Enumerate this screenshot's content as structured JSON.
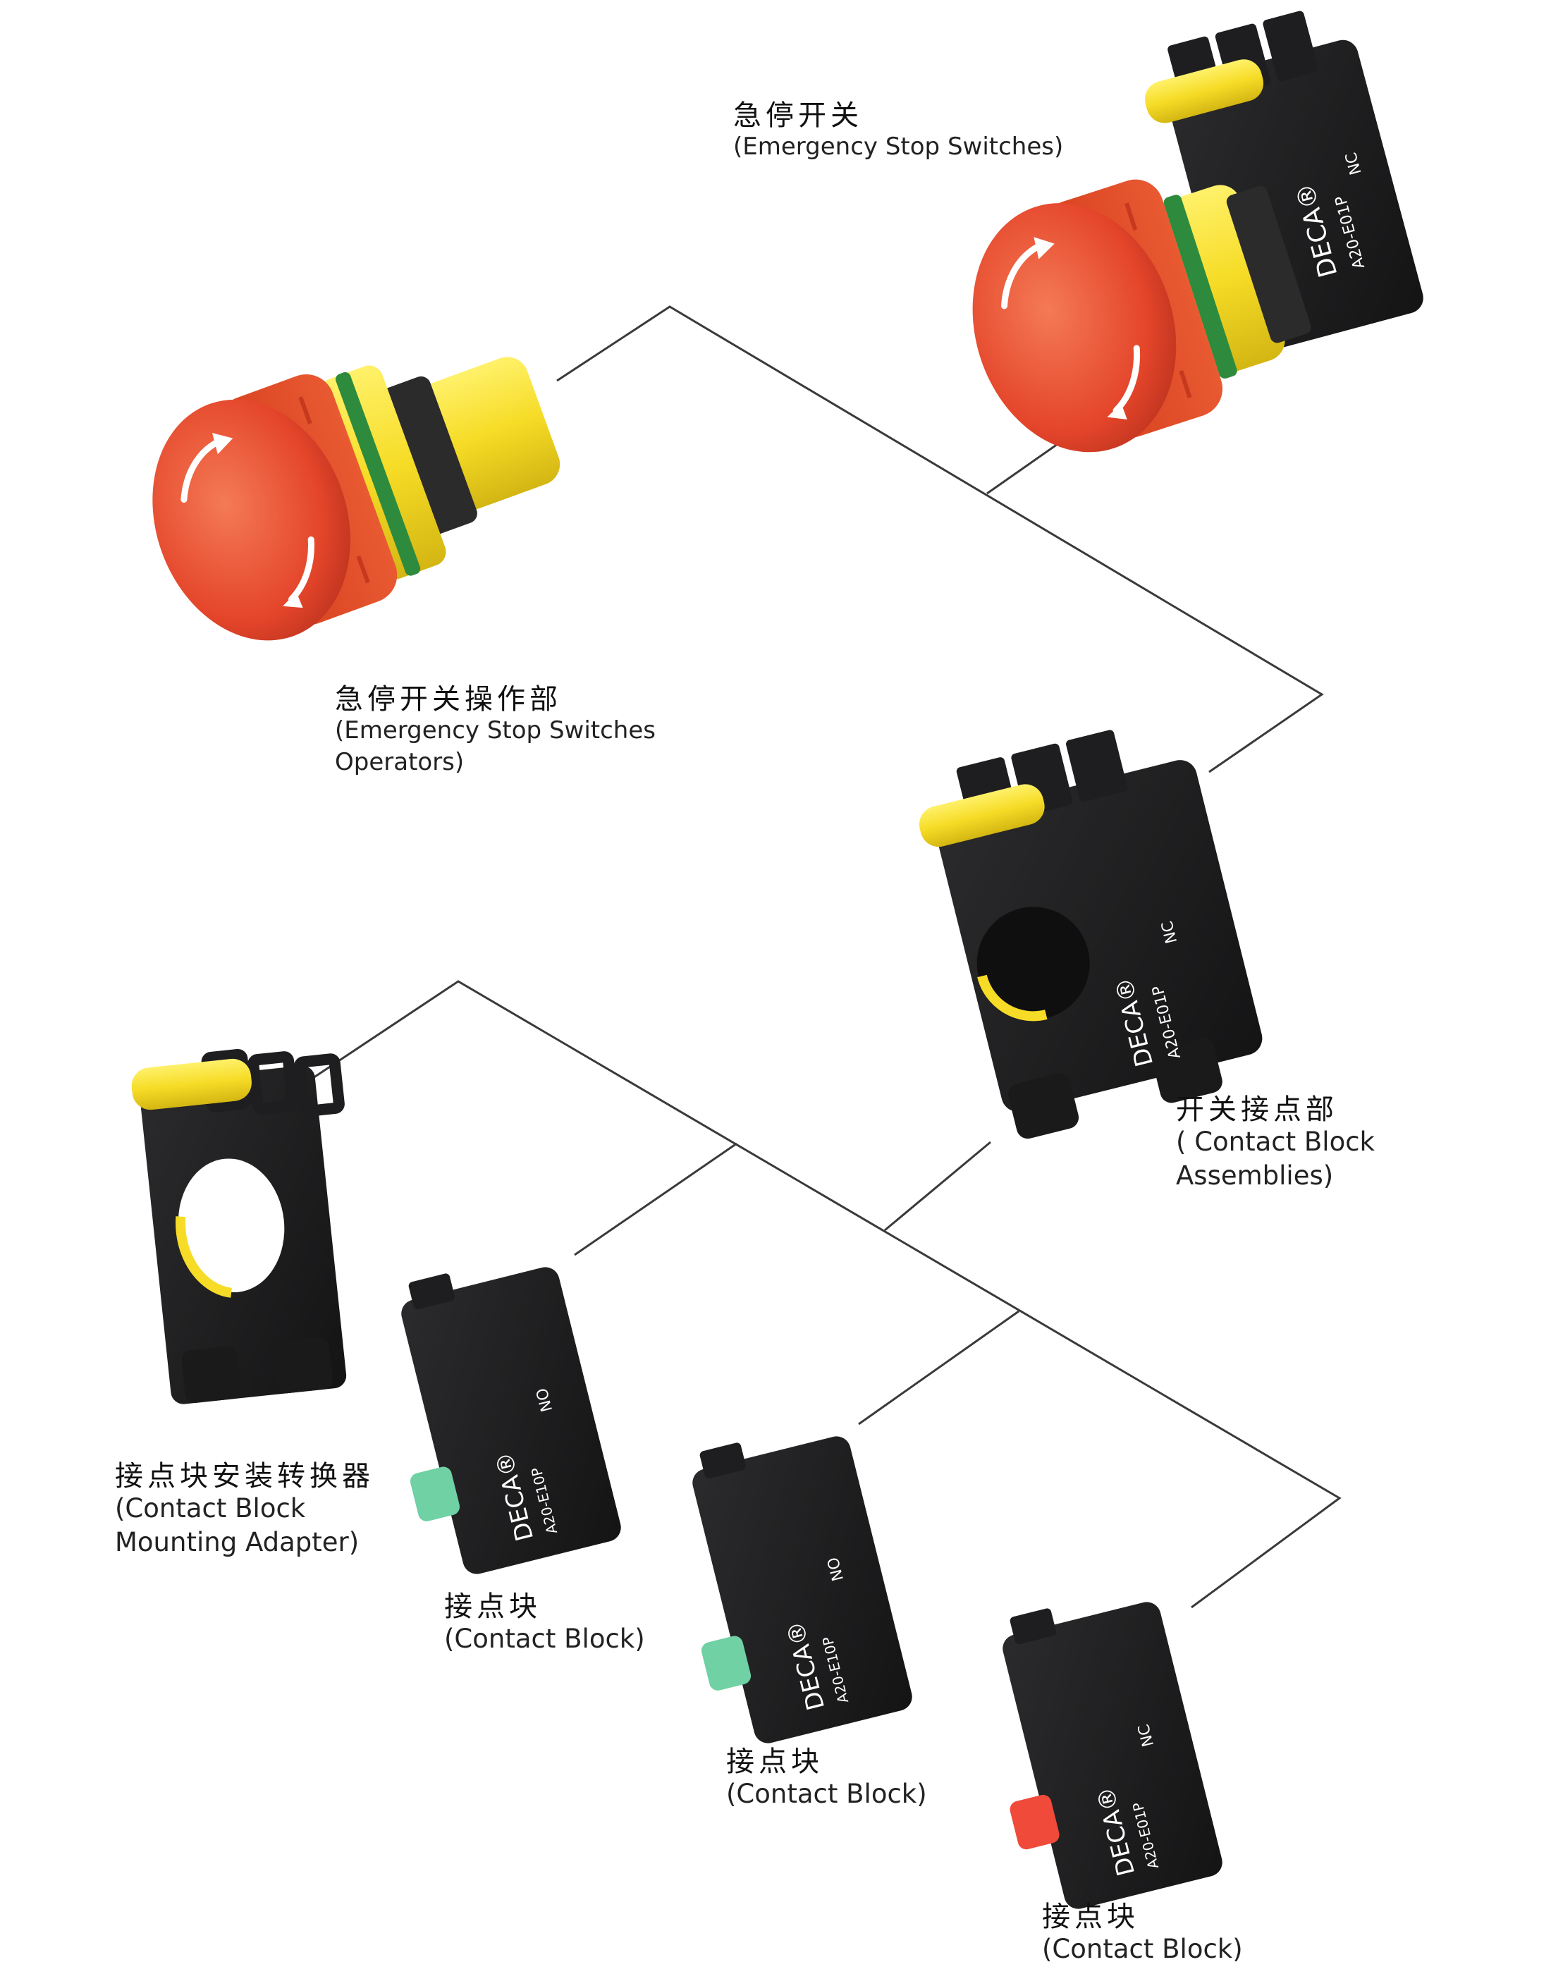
{
  "labels": {
    "estop_switch": {
      "zh": "急停开关",
      "en": "(Emergency Stop Switches)"
    },
    "estop_operator": {
      "zh": "急停开关操作部",
      "en_line1": "(Emergency Stop Switches",
      "en_line2": "Operators)"
    },
    "contact_block_assembly": {
      "zh": "开关接点部",
      "en_line1": "( Contact Block",
      "en_line2": "Assemblies)"
    },
    "mounting_adapter": {
      "zh": "接点块安装转换器",
      "en_line1": "(Contact Block",
      "en_line2": "Mounting Adapter)"
    },
    "contact_block_1": {
      "zh": "接点块",
      "en": "(Contact Block)"
    },
    "contact_block_2": {
      "zh": "接点块",
      "en": "(Contact Block)"
    },
    "contact_block_3": {
      "zh": "接点块",
      "en": "(Contact Block)"
    }
  },
  "product_markings": {
    "brand": "DECA®",
    "model_nc": "A20-E01P",
    "model_no": "A20-E10P",
    "type_nc": "NC",
    "type_no": "NO"
  },
  "colors": {
    "operator_red": "#e4452a",
    "ring_yellow": "#f6dc26",
    "ring_green": "#2e8b3d",
    "body_black": "#1d1d1f",
    "plunger_green": "#6fd1a4",
    "plunger_red": "#ef4a3a",
    "line": "#3a3a3a"
  }
}
